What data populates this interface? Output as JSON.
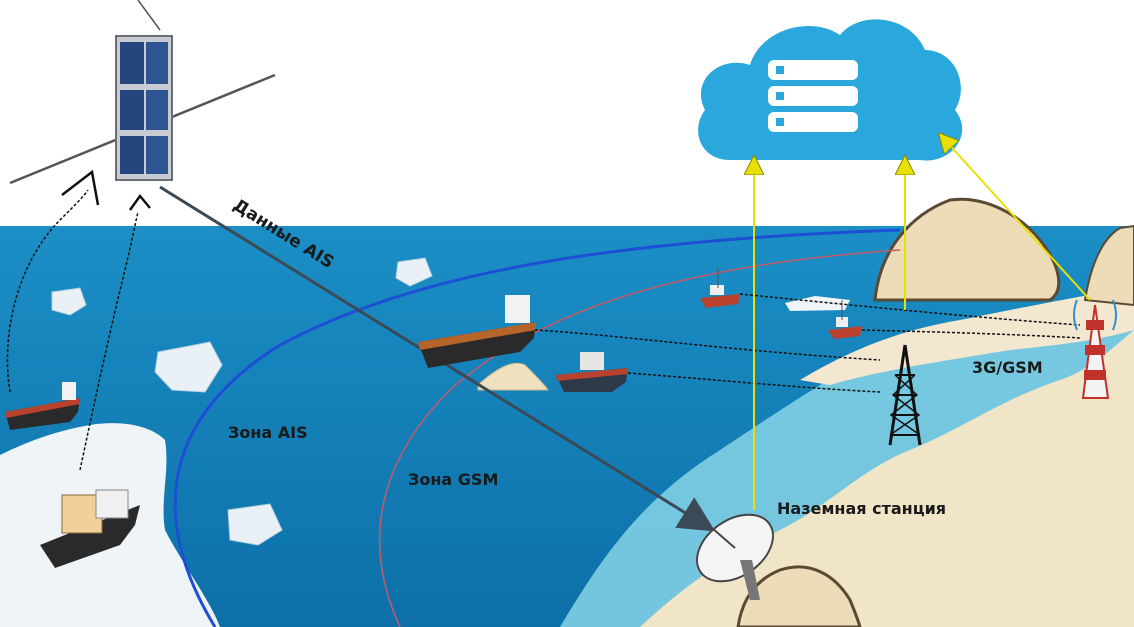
{
  "labels": {
    "ais_data": "Данные AIS",
    "ais_zone": "Зона AIS",
    "gsm_zone": "Зона GSM",
    "cell_network": "3G/GSM",
    "ground_station": "Наземная станция"
  },
  "icons": {
    "satellite": "cubesat-icon",
    "cloud": "cloud-server-icon",
    "ground_station": "satellite-dish-icon",
    "tower_a": "cell-tower-icon",
    "tower_b": "cell-tower-icon",
    "ships": [
      "tanker-ship-icon",
      "icebreaker-icon",
      "cargo-ship-icon",
      "fishing-vessel-icon"
    ]
  },
  "colors": {
    "sea": "#1f8fc4",
    "sea_shallow": "#8fd3e6",
    "ais_zone": "#1c4fd6",
    "gsm_zone": "#c45a6a",
    "uplink": "#e8e000",
    "cloud": "#2aa7dc",
    "ais_arrow": "#3b4a57"
  }
}
